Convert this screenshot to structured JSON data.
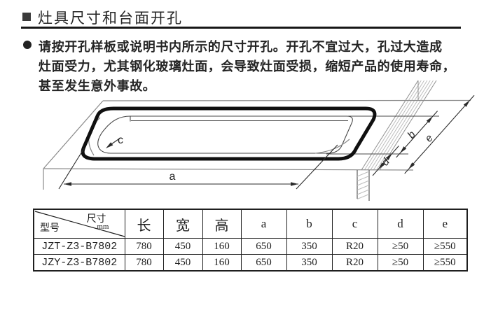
{
  "section": {
    "title": "灶具尺寸和台面开孔"
  },
  "notice": {
    "lines": [
      "请按开孔样板或说明书内所示的尺寸开孔。开孔不宜过大，孔过大造成",
      "灶面受力，尤其钢化玻璃灶面，会导致灶面受损，缩短产品的使用寿命，",
      "甚至发生意外事故。"
    ]
  },
  "diagram": {
    "labels": {
      "a": "a",
      "b": "b",
      "c": "c",
      "d": "d",
      "e": "e"
    }
  },
  "spec_table": {
    "corner": {
      "dimension_label": "尺寸",
      "unit": "mm",
      "model_label": "型号"
    },
    "columns": [
      "长",
      "宽",
      "高",
      "a",
      "b",
      "c",
      "d",
      "e"
    ],
    "rows": [
      {
        "model": "JZT-Z3-B7802",
        "values": [
          "780",
          "450",
          "160",
          "650",
          "350",
          "R20",
          "≥50",
          "≥550"
        ]
      },
      {
        "model": "JZY-Z3-B7802",
        "values": [
          "780",
          "450",
          "160",
          "650",
          "350",
          "R20",
          "≥50",
          "≥550"
        ]
      }
    ]
  },
  "icons": {
    "section_marker": "black-square-icon",
    "notice_bullet": "filled-circle-icon"
  },
  "colors": {
    "ink": "#222222",
    "thick_cut_line": "#101010",
    "thin_line": "#8a8a8a",
    "dimension_line": "#2b2b2b",
    "hatch": "#bdbdbd"
  }
}
